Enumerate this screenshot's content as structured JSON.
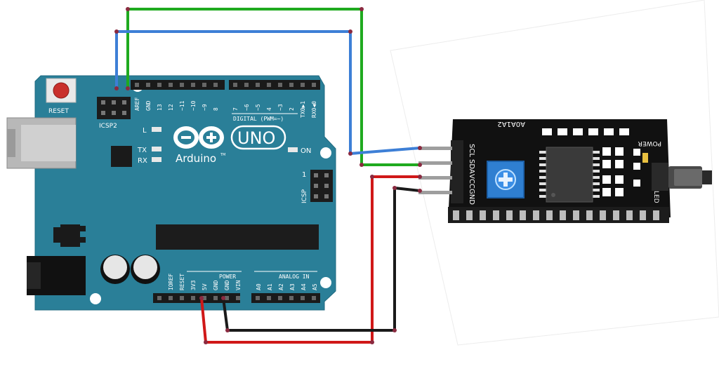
{
  "arduino": {
    "reset_label": "RESET",
    "icsp2_label": "ICSP2",
    "icsp_label": "ICSP",
    "icsp_pin1": "1",
    "led_l": "L",
    "led_tx": "TX",
    "led_rx": "RX",
    "led_on": "ON",
    "logo_text": "Arduino",
    "tm": "TM",
    "uno_text": "UNO",
    "digital_label": "DIGITAL (PWM=~)",
    "digital_pins": [
      "AREF",
      "GND",
      "13",
      "12",
      "~11",
      "~10",
      "~9",
      "8",
      "7",
      "~6",
      "~5",
      "4",
      "~3",
      "2",
      "TX0▶1",
      "RX0◀0"
    ],
    "power_label": "POWER",
    "power_pins": [
      "IOREF",
      "RESET",
      "3V3",
      "5V",
      "GND",
      "GND",
      "VIN"
    ],
    "analog_label": "ANALOG IN",
    "analog_pins": [
      "A0",
      "A1",
      "A2",
      "A3",
      "A4",
      "A5"
    ]
  },
  "lcd_module": {
    "pins": [
      "SCL",
      "SDA",
      "VCC",
      "GND"
    ],
    "addr_label": "A0A1A2",
    "power_label": "POWER",
    "led_label": "LED"
  },
  "wires": {
    "blue": "#3d7fd6",
    "green": "#1faa1f",
    "red": "#d01818",
    "black": "#1a1a1a"
  },
  "colors": {
    "board": "#2a7f98",
    "module": "#111111"
  }
}
